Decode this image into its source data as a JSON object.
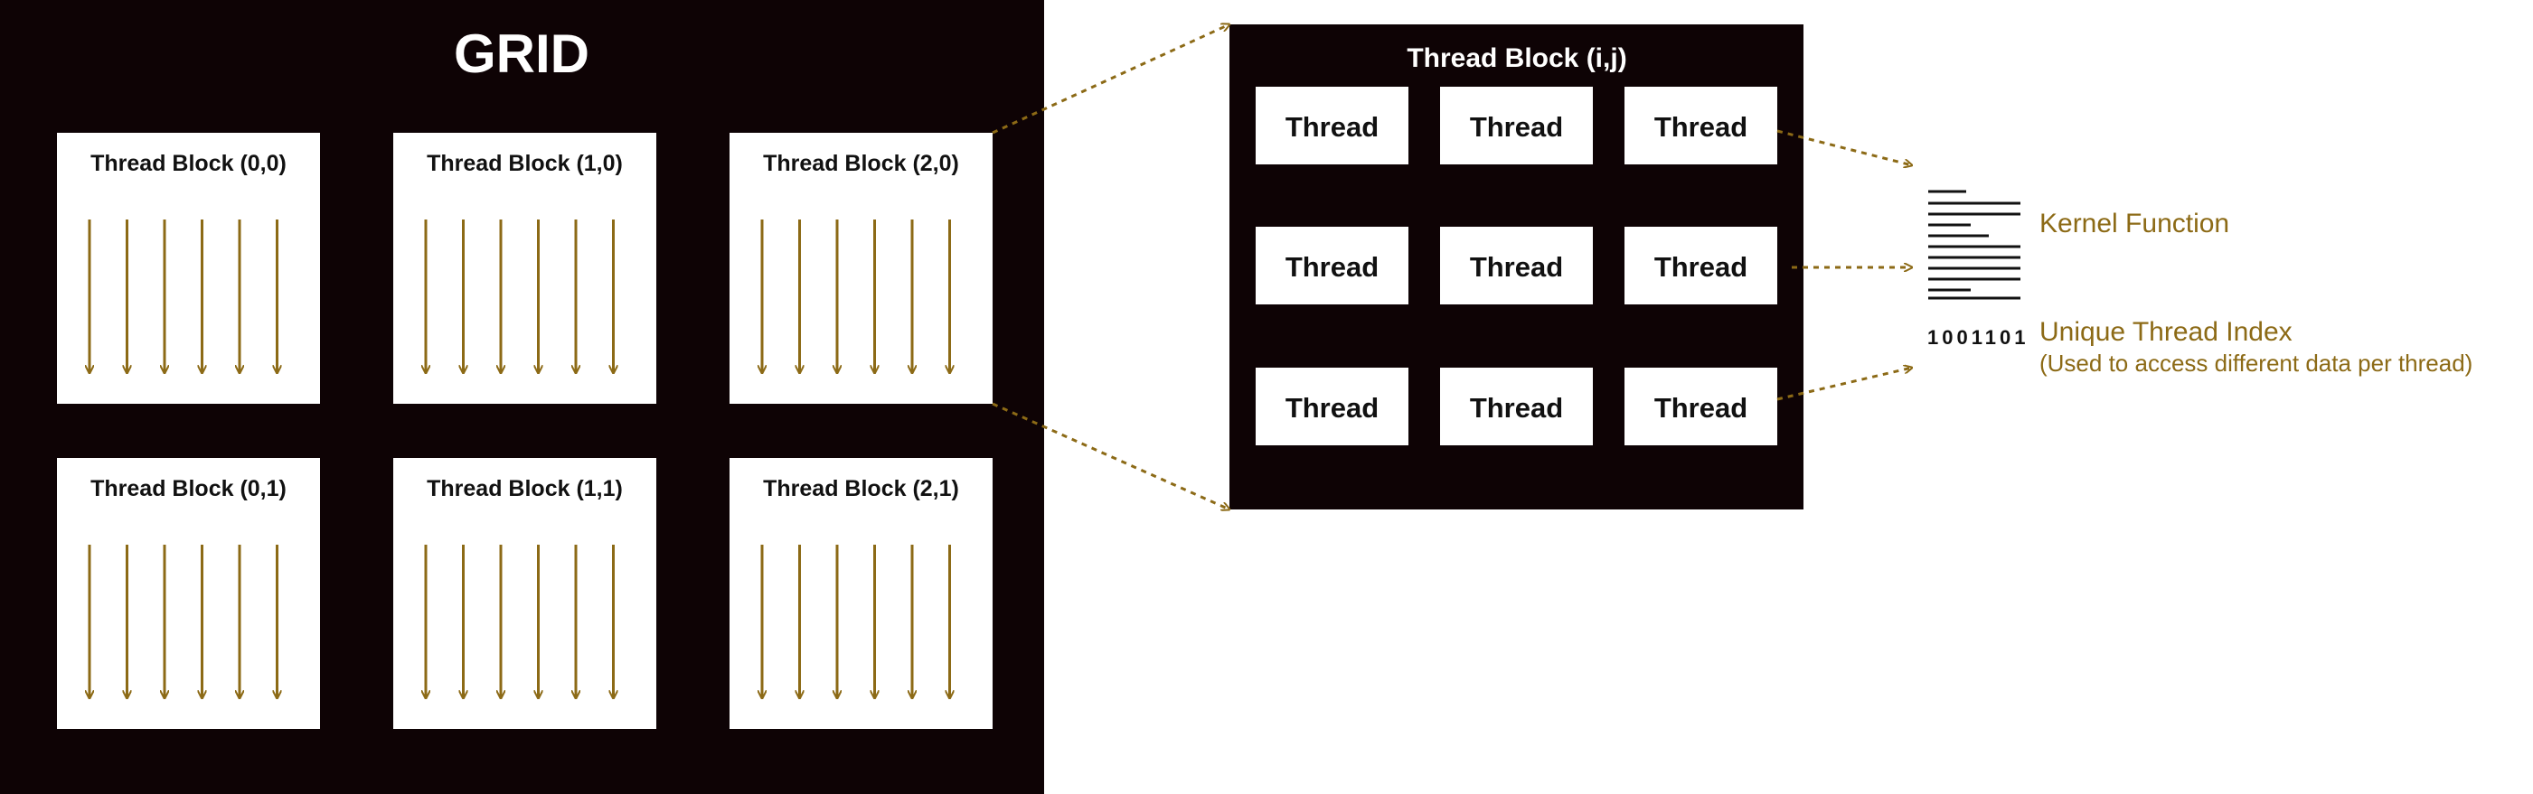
{
  "colors": {
    "background": "#ffffff",
    "panel_dark": "#0e0305",
    "block_bg": "#ffffff",
    "accent": "#8c6a16",
    "text_dark": "#111111",
    "text_light": "#ffffff"
  },
  "grid": {
    "title": "GRID",
    "blocks": [
      {
        "label": "Thread Block (0,0)"
      },
      {
        "label": "Thread Block (1,0)"
      },
      {
        "label": "Thread Block (2,0)"
      },
      {
        "label": "Thread Block (0,1)"
      },
      {
        "label": "Thread Block (1,1)"
      },
      {
        "label": "Thread Block (2,1)"
      }
    ],
    "threads_per_block": 6
  },
  "thread_block": {
    "title": "Thread Block (i,j)",
    "threads": [
      "Thread",
      "Thread",
      "Thread",
      "Thread",
      "Thread",
      "Thread",
      "Thread",
      "Thread",
      "Thread"
    ]
  },
  "kernel": {
    "function_label": "Kernel Function",
    "index_code": "1001101",
    "index_label": "Unique Thread Index",
    "index_note": "(Used to access different data per thread)"
  }
}
